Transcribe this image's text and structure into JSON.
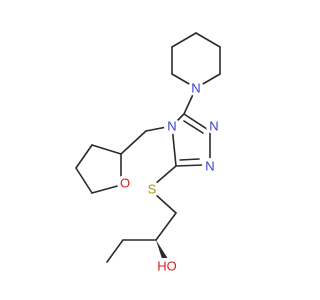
{
  "molecule": {
    "atoms": {
      "n_pip": {
        "label": "N",
        "color": "#3b3bd6"
      },
      "n4": {
        "label": "N",
        "color": "#3b3bd6"
      },
      "n2": {
        "label": "N",
        "color": "#3b3bd6"
      },
      "n1": {
        "label": "N",
        "color": "#3b3bd6"
      },
      "o_thf": {
        "label": "O",
        "color": "#d62020"
      },
      "s": {
        "label": "S",
        "color": "#a89a10"
      },
      "oh": {
        "label": "HO",
        "color": "#d62020"
      }
    },
    "bond_color": "#2b2b2b"
  }
}
